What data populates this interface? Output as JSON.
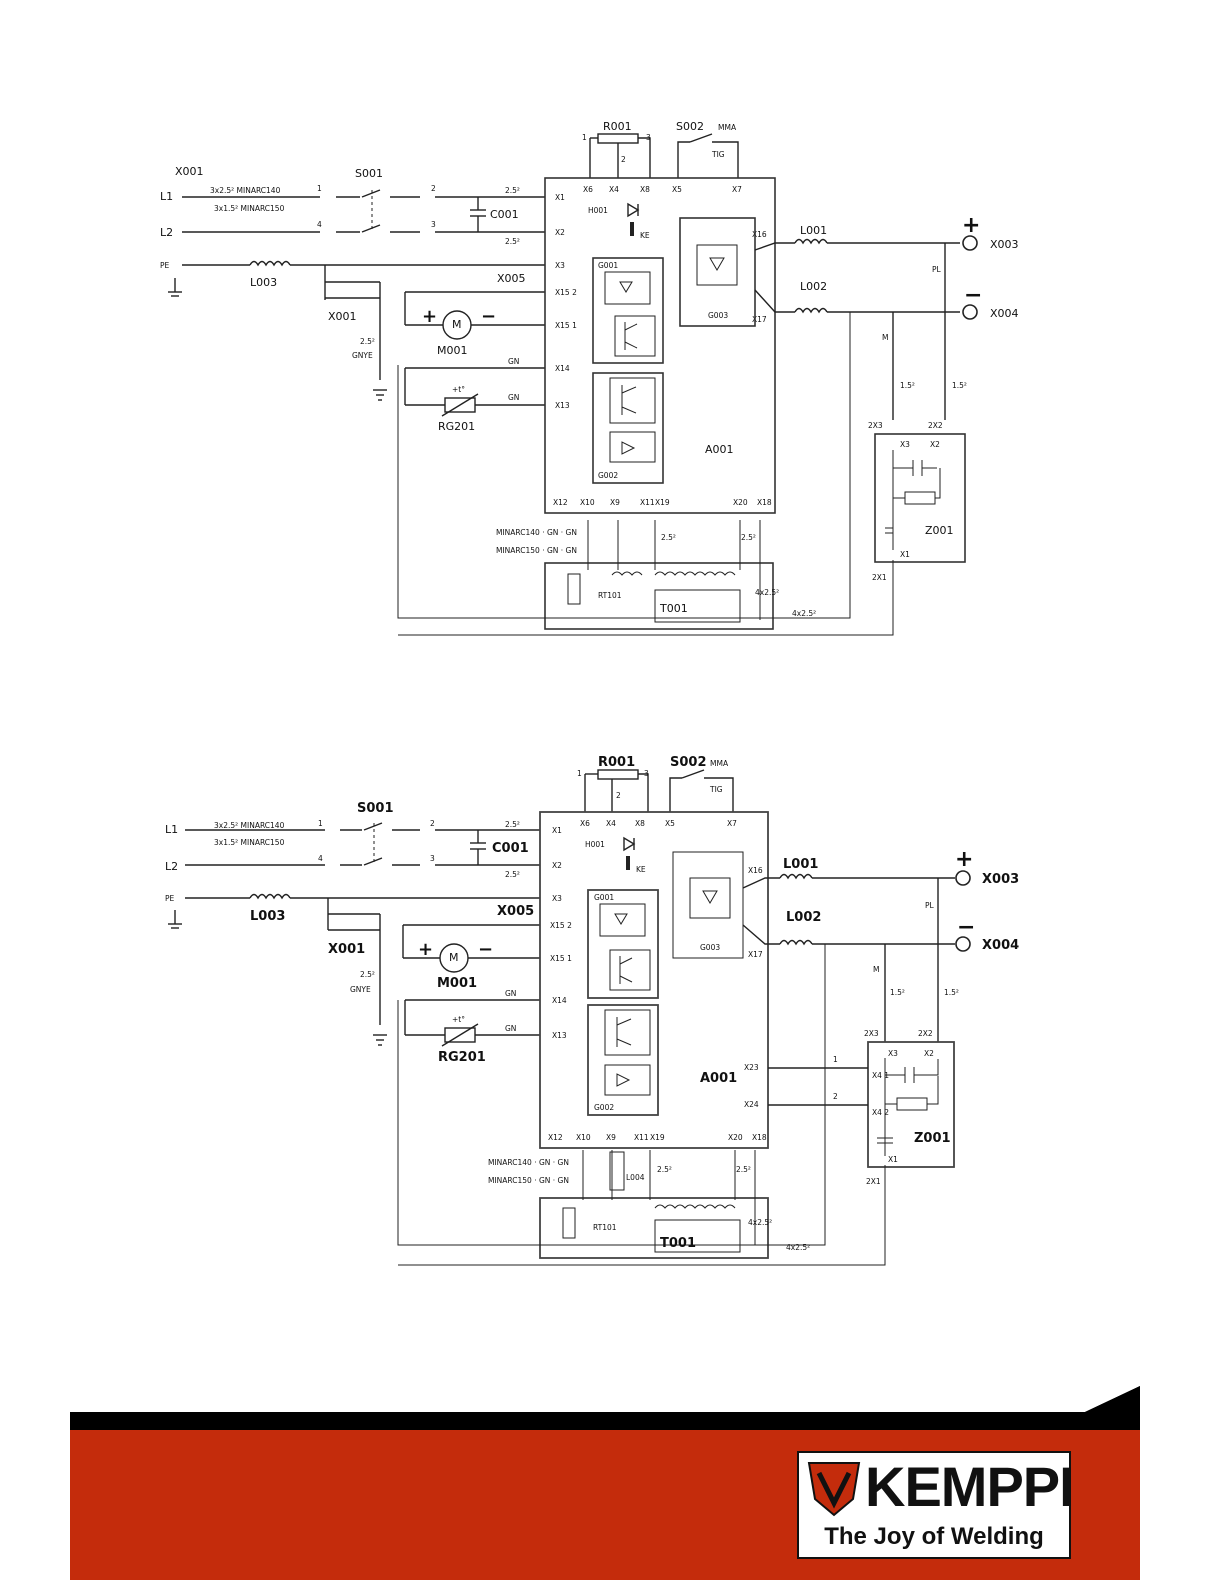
{
  "diagram1": {
    "mains": [
      "X001",
      "L1",
      "L2",
      "PE"
    ],
    "cable_spec": [
      "3x2.5² MINARC140",
      "3x1.5² MINARC150"
    ],
    "switch": {
      "label": "S001",
      "pins": [
        "1",
        "2",
        "4",
        "3"
      ]
    },
    "capacitor": "C001",
    "wire_size": "2.5²",
    "choke_pe": "L003",
    "connector_x001": "X001",
    "ground_wire": [
      "2.5²",
      "GNYE"
    ],
    "fan_connector": "X005",
    "motor": {
      "label": "M001",
      "symbol": "M",
      "plus": "+",
      "minus": "−"
    },
    "thermistor": {
      "label": "RG201",
      "symbol": "+t°"
    },
    "wire_gn": "GN",
    "pot": {
      "label": "R001",
      "pins": [
        "1",
        "2",
        "3"
      ]
    },
    "mode_switch": {
      "label": "S002",
      "mma": "MMA",
      "tig": "TIG"
    },
    "board": "A001",
    "board_top_pins": [
      "X6",
      "X4",
      "X8",
      "X5",
      "X7"
    ],
    "board_left_pins": [
      "X1",
      "X2",
      "X3",
      "X15 2",
      "X15 1",
      "X14",
      "X13"
    ],
    "board_bottom_pins": [
      "X12",
      "X10",
      "X9",
      "X11",
      "X19",
      "X20",
      "X18"
    ],
    "board_right_pins": [
      "X16",
      "X17"
    ],
    "led": {
      "label": "H001",
      "sub": "KE"
    },
    "modules": [
      "G001",
      "G002",
      "G003"
    ],
    "chokes": [
      "L001",
      "L002"
    ],
    "outputs": {
      "plus": "X003",
      "minus": "X004",
      "plus_sign": "+",
      "minus_sign": "−"
    },
    "pe_label": "PL",
    "m_label": "M",
    "filter": {
      "label": "Z001",
      "pins": [
        "2X3",
        "2X2",
        "X3",
        "X2",
        "X1",
        "2X1"
      ],
      "wire": "1.5²"
    },
    "transformer": "T001",
    "ptc": "RT101",
    "model_notes": [
      "MINARC140 · GN · GN",
      "MINARC150 · GN · GN"
    ],
    "wire_notes": [
      "2.5²",
      "2.5²",
      "4x2.5²",
      "4x2.5²"
    ]
  },
  "diagram2": {
    "mains": [
      "L1",
      "L2",
      "PE"
    ],
    "cable_spec": [
      "3x2.5² MINARC140",
      "3x1.5² MINARC150"
    ],
    "switch": {
      "label": "S001",
      "pins": [
        "1",
        "2",
        "4",
        "3"
      ]
    },
    "capacitor": "C001",
    "wire_size": "2.5²",
    "choke_pe": "L003",
    "connector_x001": "X001",
    "ground_wire": [
      "2.5²",
      "GNYE"
    ],
    "fan_connector": "X005",
    "motor": {
      "label": "M001",
      "symbol": "M",
      "plus": "+",
      "minus": "−"
    },
    "thermistor": {
      "label": "RG201",
      "symbol": "+t°"
    },
    "wire_gn": "GN",
    "pot": {
      "label": "R001",
      "pins": [
        "1",
        "2",
        "3"
      ]
    },
    "mode_switch": {
      "label": "S002",
      "mma": "MMA",
      "tig": "TIG"
    },
    "board": "A001",
    "board_top_pins": [
      "X6",
      "X4",
      "X8",
      "X5",
      "X7"
    ],
    "board_left_pins": [
      "X1",
      "X2",
      "X3",
      "X15 2",
      "X15 1",
      "X14",
      "X13"
    ],
    "board_bottom_pins": [
      "X12",
      "X10",
      "X9",
      "X11",
      "X19",
      "X20",
      "X18"
    ],
    "board_right_pins": [
      "X16",
      "X17",
      "X23",
      "X24"
    ],
    "led": {
      "label": "H001",
      "sub": "KE"
    },
    "modules": [
      "G001",
      "G002",
      "G003"
    ],
    "chokes": [
      "L001",
      "L002",
      "L004"
    ],
    "outputs": {
      "plus": "X003",
      "minus": "X004",
      "plus_sign": "+",
      "minus_sign": "−"
    },
    "pe_label": "PL",
    "m_label": "M",
    "filter": {
      "label": "Z001",
      "pins": [
        "2X3",
        "2X2",
        "X3",
        "X2",
        "X1",
        "2X1",
        "X4 1",
        "X4 2"
      ],
      "wire": "1.5²",
      "links": [
        "1",
        "2"
      ]
    },
    "transformer": "T001",
    "ptc": "RT101",
    "model_notes": [
      "MINARC140 · GN · GN",
      "MINARC150 · GN · GN"
    ],
    "wire_notes": [
      "2.5²",
      "2.5²",
      "4x2.5²",
      "4x2.5²"
    ]
  },
  "footer": {
    "brand": "KEMPPI",
    "tagline": "The Joy of Welding",
    "accent_color": "#c42c0c",
    "band_color": "#000000"
  }
}
